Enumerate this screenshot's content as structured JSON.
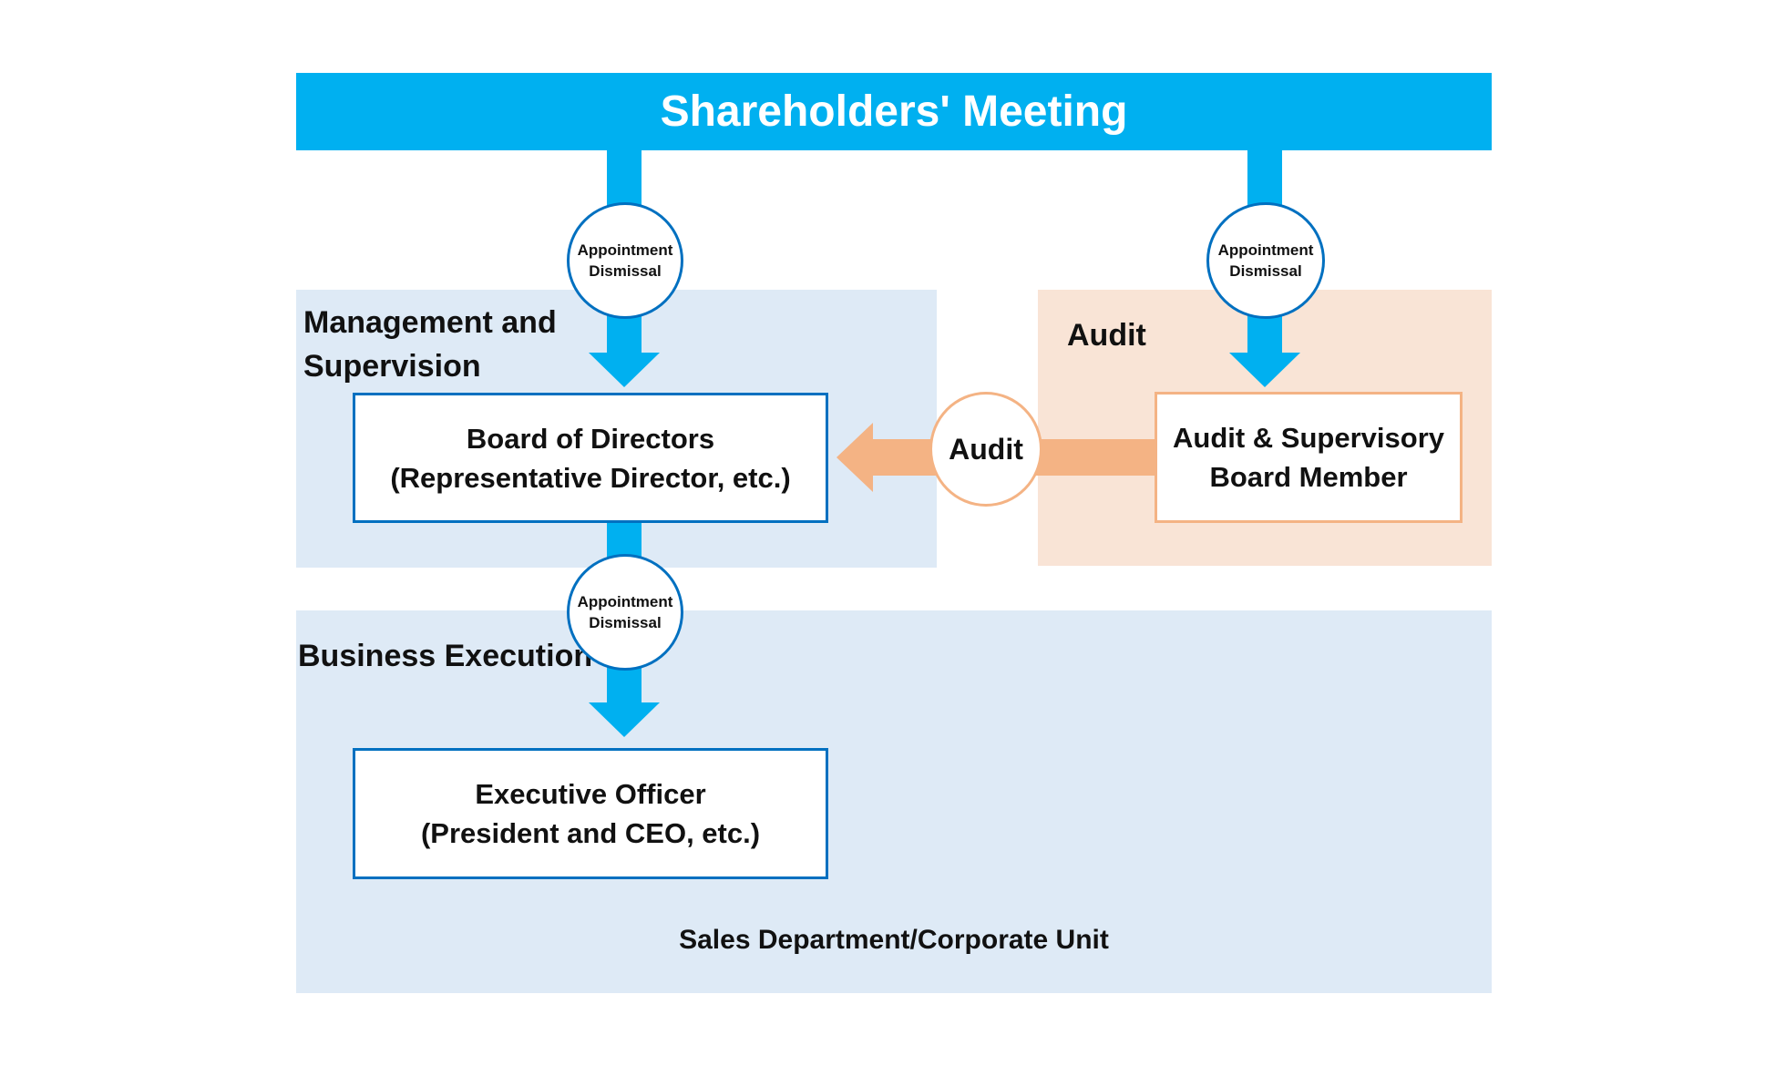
{
  "header": {
    "title": "Shareholders' Meeting"
  },
  "zones": {
    "management_line1": "Management and",
    "management_line2": "Supervision",
    "audit": "Audit",
    "business_execution": "Business Execution",
    "sales": "Sales Department/Corporate Unit"
  },
  "circles": {
    "appointment_line1": "Appointment",
    "appointment_line2": "Dismissal",
    "audit": "Audit"
  },
  "boxes": {
    "board": {
      "line1": "Board of Directors",
      "line2": "(Representative Director, etc.)"
    },
    "auditor": {
      "line1": "Audit & Supervisory",
      "line2": "Board Member"
    },
    "executive": {
      "line1": "Executive Officer",
      "line2": "(President and CEO, etc.)"
    }
  },
  "colors": {
    "header": "#00b0f0",
    "zone_blue": "#deeaf6",
    "zone_orange": "#f9e4d6",
    "box_border_blue": "#0070c0",
    "audit_accent": "#f4b384"
  }
}
